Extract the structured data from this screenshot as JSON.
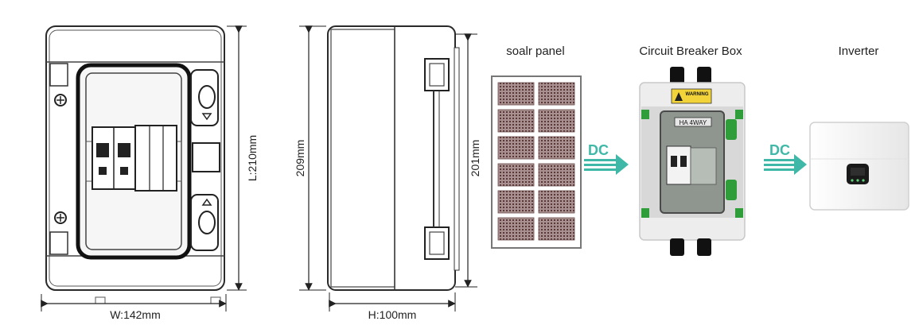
{
  "dimensions": {
    "width": "W:142mm",
    "length": "L:210mm",
    "side_height": "209mm",
    "depth": "H:100mm",
    "side_inner": "201mm"
  },
  "flow": {
    "panel_label": "soalr panel",
    "box_label": "Circuit Breaker Box",
    "inverter_label": "Inverter",
    "arrow1": "DC",
    "arrow2": "DC",
    "warning_text": "WARNING",
    "box_model": "HA 4WAY"
  },
  "colors": {
    "accent": "#3fb8a8",
    "outline": "#2a2a2a",
    "terminal_green": "#2f9e3a",
    "panel_cell": "#6a4a4a"
  }
}
